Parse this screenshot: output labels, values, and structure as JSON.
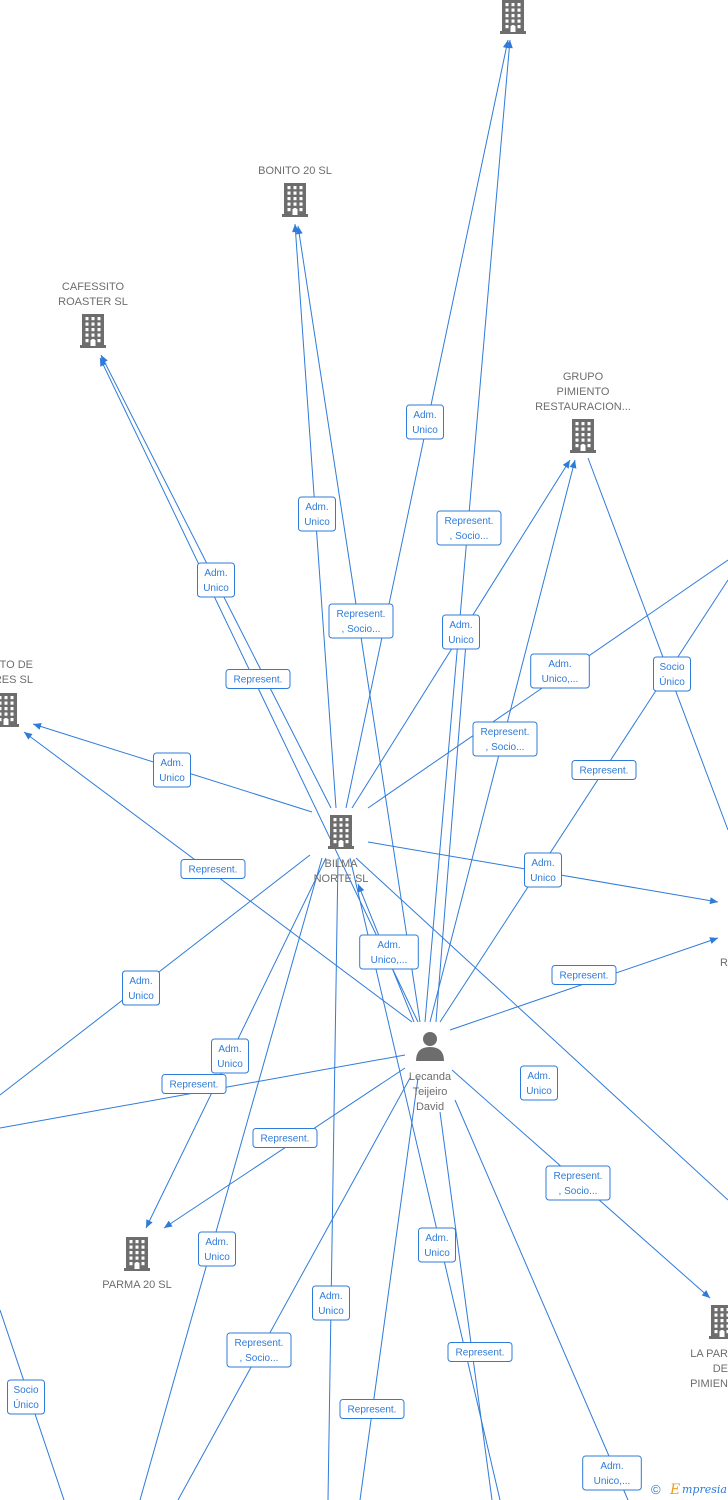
{
  "nodes": [
    {
      "id": "top",
      "type": "company",
      "lines": []
    },
    {
      "id": "bonito",
      "type": "company",
      "lines": [
        "BONITO 20  SL"
      ]
    },
    {
      "id": "cafessito",
      "type": "company",
      "lines": [
        "CAFESSITO",
        "ROASTER  SL"
      ]
    },
    {
      "id": "grupo",
      "type": "company",
      "lines": [
        "GRUPO",
        "PIMIENTO",
        "RESTAURACION..."
      ]
    },
    {
      "id": "left",
      "type": "company",
      "lines": [
        "TO DE",
        "RES SL"
      ]
    },
    {
      "id": "bilma",
      "type": "company",
      "lines": [
        "BILMA",
        "NORTE  SL"
      ]
    },
    {
      "id": "lecanda",
      "type": "person",
      "lines": [
        "Lecanda",
        "Teijeiro",
        "David"
      ]
    },
    {
      "id": "parma",
      "type": "company",
      "lines": [
        "PARMA 20 SL"
      ]
    },
    {
      "id": "lapar",
      "type": "company",
      "lines": [
        "LA PAR",
        "DE",
        "PIMIEN"
      ]
    },
    {
      "id": "right",
      "type": "company",
      "lines": [
        "R"
      ]
    }
  ],
  "edge_labels": [
    [
      "Adm.",
      "Unico"
    ],
    [
      "Adm.",
      "Unico"
    ],
    [
      "Represent.",
      ", Socio..."
    ],
    [
      "Adm.",
      "Unico"
    ],
    [
      "Represent.",
      ", Socio..."
    ],
    [
      "Adm.",
      "Unico"
    ],
    [
      "Represent."
    ],
    [
      "Adm.",
      "Unico"
    ],
    [
      "Adm.",
      "Unico,..."
    ],
    [
      "Socio",
      "Único"
    ],
    [
      "Represent.",
      ", Socio..."
    ],
    [
      "Adm.",
      "Unico"
    ],
    [
      "Represent."
    ],
    [
      "Represent."
    ],
    [
      "Adm.",
      "Unico"
    ],
    [
      "Adm.",
      "Unico,..."
    ],
    [
      "Represent."
    ],
    [
      "Adm.",
      "Unico"
    ],
    [
      "Adm.",
      "Unico"
    ],
    [
      "Represent."
    ],
    [
      "Represent."
    ],
    [
      "Adm.",
      "Unico"
    ],
    [
      "Represent.",
      ", Socio..."
    ],
    [
      "Adm.",
      "Unico"
    ],
    [
      "Adm.",
      "Unico"
    ],
    [
      "Adm.",
      "Unico"
    ],
    [
      "Represent.",
      ", Socio..."
    ],
    [
      "Represent."
    ],
    [
      "Socio",
      "Único"
    ],
    [
      "Represent."
    ],
    [
      "Adm.",
      "Unico,..."
    ]
  ],
  "footer": {
    "copyright": "©",
    "brand_initial": "E",
    "brand_rest": "mpresia"
  },
  "colors": {
    "edge": "#2f7bd9",
    "node": "#6d6d6d",
    "brand_accent": "#f29b1d"
  }
}
